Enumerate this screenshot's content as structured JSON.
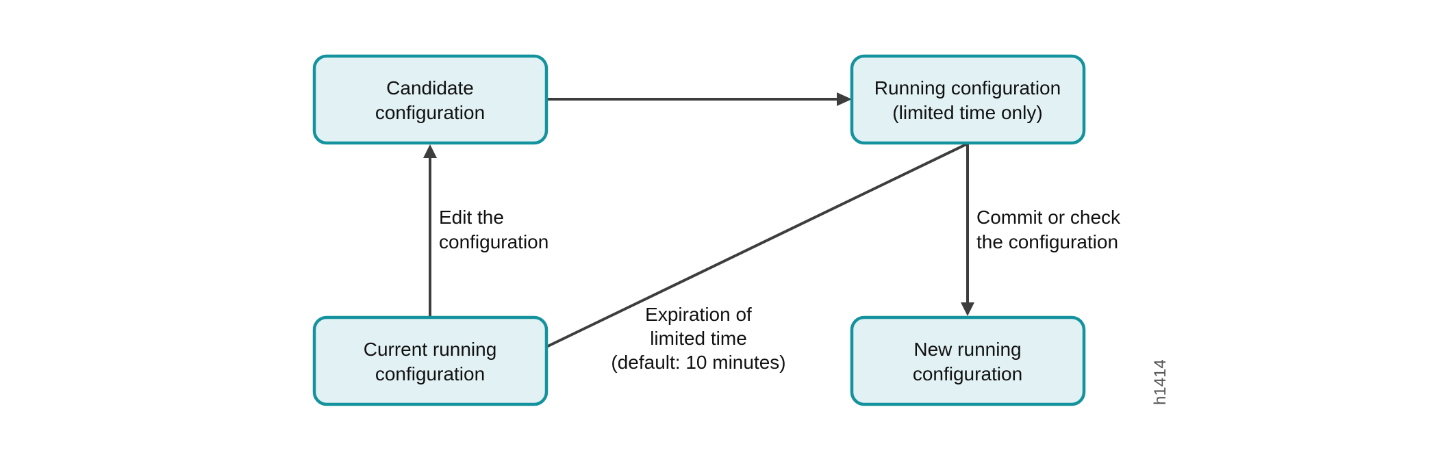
{
  "diagram": {
    "nodes": {
      "candidate": {
        "line1": "Candidate",
        "line2": "configuration"
      },
      "running_limited": {
        "line1": "Running configuration",
        "line2": "(limited time only)"
      },
      "current_running": {
        "line1": "Current running",
        "line2": "configuration"
      },
      "new_running": {
        "line1": "New running",
        "line2": "configuration"
      }
    },
    "edges": {
      "edit": {
        "line1": "Edit the",
        "line2": "configuration"
      },
      "commit": {
        "line1": "Commit or check",
        "line2": "the configuration"
      },
      "expiration": {
        "line1": "Expiration of",
        "line2": "limited time",
        "line3": "(default: 10 minutes)"
      }
    },
    "figure_id": "h1414",
    "colors": {
      "node_fill": "#e2f1f4",
      "node_border": "#14939e",
      "arrow": "#3d3d3d",
      "text": "#111111"
    }
  }
}
